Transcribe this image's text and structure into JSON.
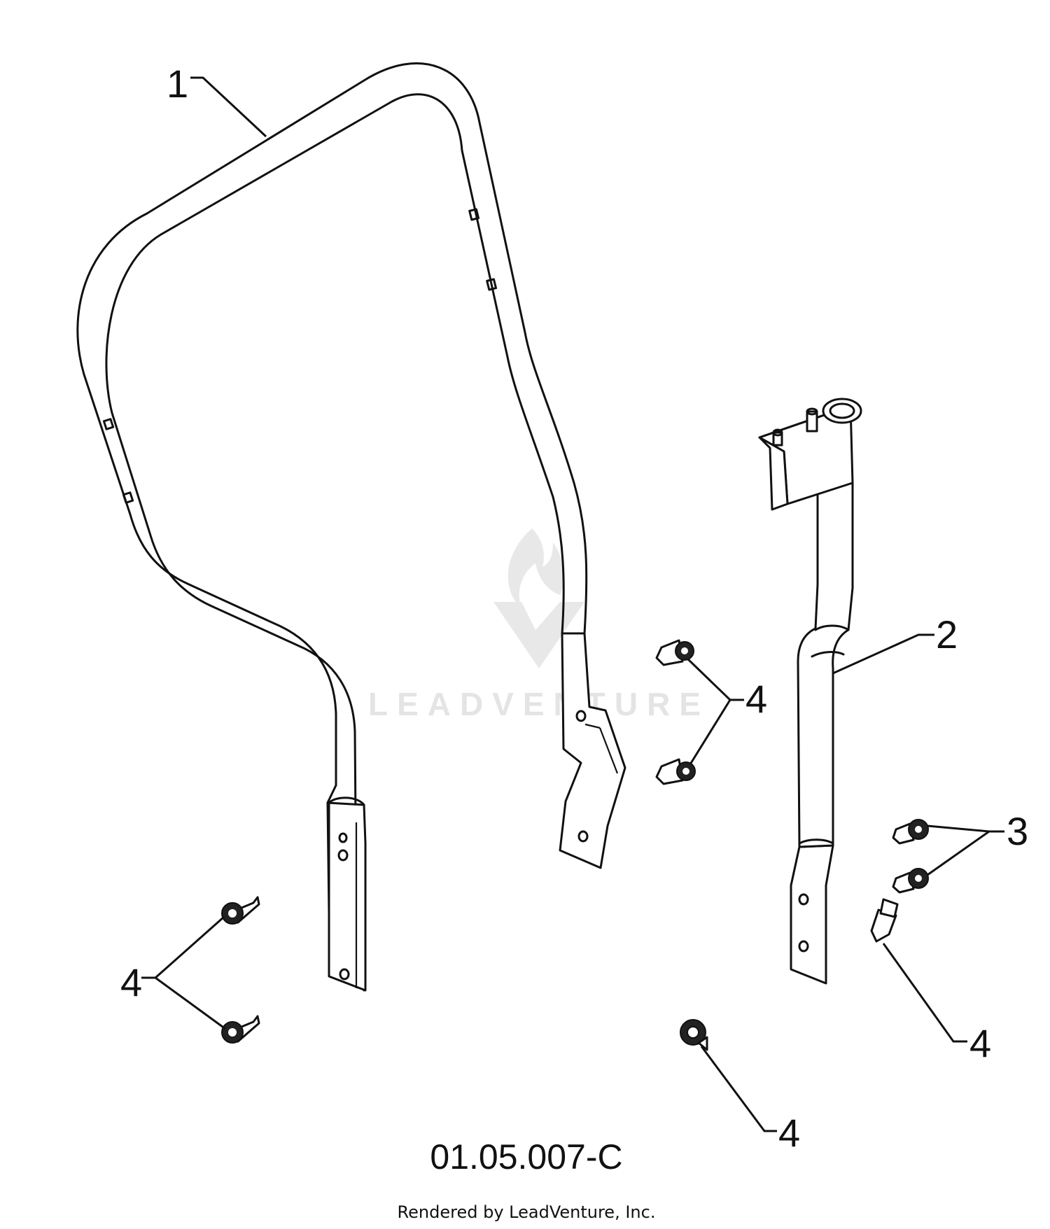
{
  "callouts": {
    "part1": "1",
    "part2": "2",
    "part3": "3",
    "part4": "4"
  },
  "drawing_id": "01.05.007-C",
  "credit": "Rendered by LeadVenture, Inc.",
  "watermark": "LEADVENTURE"
}
